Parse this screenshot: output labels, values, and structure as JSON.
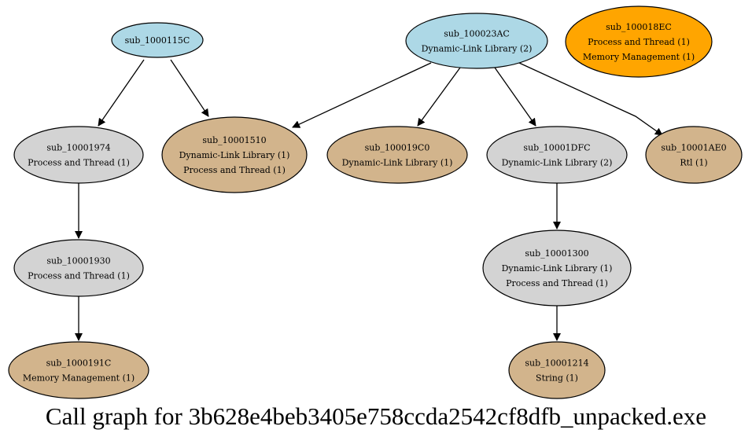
{
  "title": "Call graph for 3b628e4beb3405e758ccda2542cf8dfb_unpacked.exe",
  "colors": {
    "root": "#add8e6",
    "internal": "#d3d3d3",
    "leaf": "#d2b48c",
    "isolated": "#ffa500",
    "stroke": "#000000"
  },
  "nodes": [
    {
      "id": "n115C",
      "kind": "root",
      "lines": [
        "sub_1000115C"
      ]
    },
    {
      "id": "n23AC",
      "kind": "root",
      "lines": [
        "sub_100023AC",
        "Dynamic-Link Library (2)"
      ]
    },
    {
      "id": "n18EC",
      "kind": "isolated",
      "lines": [
        "sub_100018EC",
        "Process and Thread (1)",
        "Memory Management (1)"
      ]
    },
    {
      "id": "n1974",
      "kind": "internal",
      "lines": [
        "sub_10001974",
        "Process and Thread (1)"
      ]
    },
    {
      "id": "n1510",
      "kind": "leaf",
      "lines": [
        "sub_10001510",
        "Dynamic-Link Library (1)",
        "Process and Thread (1)"
      ]
    },
    {
      "id": "n19C0",
      "kind": "leaf",
      "lines": [
        "sub_100019C0",
        "Dynamic-Link Library (1)"
      ]
    },
    {
      "id": "n1DFC",
      "kind": "internal",
      "lines": [
        "sub_10001DFC",
        "Dynamic-Link Library (2)"
      ]
    },
    {
      "id": "n1AE0",
      "kind": "leaf",
      "lines": [
        "sub_10001AE0",
        "Rtl (1)"
      ]
    },
    {
      "id": "n1930",
      "kind": "internal",
      "lines": [
        "sub_10001930",
        "Process and Thread (1)"
      ]
    },
    {
      "id": "n1300",
      "kind": "internal",
      "lines": [
        "sub_10001300",
        "Dynamic-Link Library (1)",
        "Process and Thread (1)"
      ]
    },
    {
      "id": "n191C",
      "kind": "leaf",
      "lines": [
        "sub_1000191C",
        "Memory Management (1)"
      ]
    },
    {
      "id": "n1214",
      "kind": "leaf",
      "lines": [
        "sub_10001214",
        "String (1)"
      ]
    }
  ],
  "edges": [
    {
      "from": "n115C",
      "to": "n1974"
    },
    {
      "from": "n115C",
      "to": "n1510"
    },
    {
      "from": "n23AC",
      "to": "n1510"
    },
    {
      "from": "n23AC",
      "to": "n19C0"
    },
    {
      "from": "n23AC",
      "to": "n1DFC"
    },
    {
      "from": "n23AC",
      "to": "n1AE0"
    },
    {
      "from": "n1974",
      "to": "n1930"
    },
    {
      "from": "n1930",
      "to": "n191C"
    },
    {
      "from": "n1DFC",
      "to": "n1300"
    },
    {
      "from": "n1300",
      "to": "n1214"
    }
  ]
}
